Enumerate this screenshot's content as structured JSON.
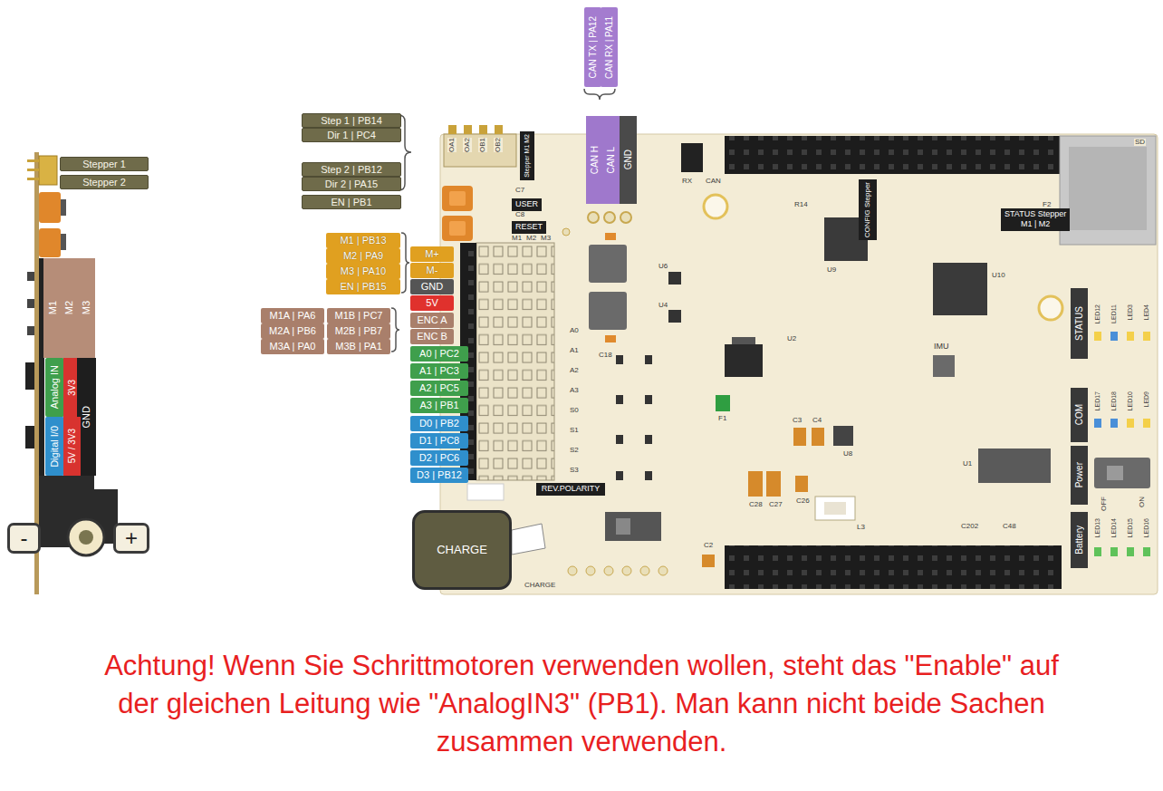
{
  "diagram": {
    "caption": "Achtung! Wenn Sie Schrittmotoren verwenden wollen, steht das \"Enable\" auf der gleichen Leitung wie \"AnalogIN3\" (PB1). Man kann nicht beide Sachen zusammen verwenden.",
    "nodes": [
      {
        "text": [
          "Stepper 1"
        ]
      },
      {
        "text": [
          "Stepper 2"
        ]
      },
      {
        "text": [
          "M1",
          "M2",
          "M3"
        ]
      },
      {
        "text": [
          "Analog IN"
        ]
      },
      {
        "text": [
          "3V3"
        ]
      },
      {
        "text": [
          "GND"
        ]
      },
      {
        "text": [
          "Digital I/0"
        ]
      },
      {
        "text": [
          "5V / 3V3"
        ]
      },
      {
        "text": [
          "-"
        ]
      },
      {
        "text": [
          "+"
        ]
      },
      {
        "text": [
          "Step 1 | PB14"
        ]
      },
      {
        "text": [
          "Dir 1 | PC4"
        ]
      },
      {
        "text": [
          "Step 2 | PB12"
        ]
      },
      {
        "text": [
          "Dir 2 | PA15"
        ]
      },
      {
        "text": [
          "EN | PB1"
        ]
      },
      {
        "text": [
          "CAN TX | PA12"
        ]
      },
      {
        "text": [
          "CAN RX | PA11"
        ]
      },
      {
        "text": [
          "M1 | PB13"
        ]
      },
      {
        "text": [
          "M2 | PA9"
        ]
      },
      {
        "text": [
          "M3 | PA10"
        ]
      },
      {
        "text": [
          "EN | PB15"
        ]
      },
      {
        "text": [
          "M1A | PA6"
        ]
      },
      {
        "text": [
          "M1B | PC7"
        ]
      },
      {
        "text": [
          "M2A | PB6"
        ]
      },
      {
        "text": [
          "M2B | PB7"
        ]
      },
      {
        "text": [
          "M3A | PA0"
        ]
      },
      {
        "text": [
          "M3B | PA1"
        ]
      },
      {
        "text": [
          "M+"
        ]
      },
      {
        "text": [
          "M-"
        ]
      },
      {
        "text": [
          "GND"
        ]
      },
      {
        "text": [
          "5V"
        ]
      },
      {
        "text": [
          "ENC A"
        ]
      },
      {
        "text": [
          "ENC B"
        ]
      },
      {
        "text": [
          "A0 | PC2"
        ]
      },
      {
        "text": [
          "A1 | PC3"
        ]
      },
      {
        "text": [
          "A2 | PC5"
        ]
      },
      {
        "text": [
          "A3 | PB1"
        ]
      },
      {
        "text": [
          "D0 | PB2"
        ]
      },
      {
        "text": [
          "D1 | PC8"
        ]
      },
      {
        "text": [
          "D2 | PC6"
        ]
      },
      {
        "text": [
          "D3 | PB12"
        ]
      },
      {
        "text": [
          "CAN H"
        ]
      },
      {
        "text": [
          "CAN L"
        ]
      },
      {
        "text": [
          "GND"
        ]
      },
      {
        "text": [
          "USER"
        ]
      },
      {
        "text": [
          "RESET"
        ]
      },
      {
        "text": [
          "REV.POLARITY"
        ]
      },
      {
        "text": [
          "CHARGE"
        ]
      },
      {
        "text": [
          "STATUS"
        ]
      },
      {
        "text": [
          "COM"
        ]
      },
      {
        "text": [
          "Power"
        ]
      },
      {
        "text": [
          "Battery"
        ]
      },
      {
        "text": [
          "CONFIG Stepper"
        ]
      },
      {
        "text": [
          "STATUS Stepper",
          "M1 | M2"
        ]
      },
      {
        "text": [
          "Stepper M1 M2"
        ]
      }
    ],
    "labels": [
      "OA1",
      "OA2",
      "OB1",
      "OB2",
      "M1",
      "M2",
      "M3",
      "A0",
      "A1",
      "A2",
      "A3",
      "S0",
      "S1",
      "S2",
      "S3",
      "C7",
      "C8",
      "RX",
      "CAN",
      "IMU",
      "U9",
      "U10",
      "U1",
      "U2",
      "U4",
      "U6",
      "U8",
      "F1",
      "F2",
      "C2",
      "C3",
      "C4",
      "C18",
      "C26",
      "C27",
      "C28",
      "L3",
      "R14",
      "C202",
      "C48",
      "OFF",
      "ON",
      "CHARGE",
      "SD",
      "LED12",
      "LED11",
      "LED3",
      "LED4",
      "LED17",
      "LED18",
      "LED10",
      "LED9",
      "LED13",
      "LED14",
      "LED15",
      "LED16"
    ]
  }
}
